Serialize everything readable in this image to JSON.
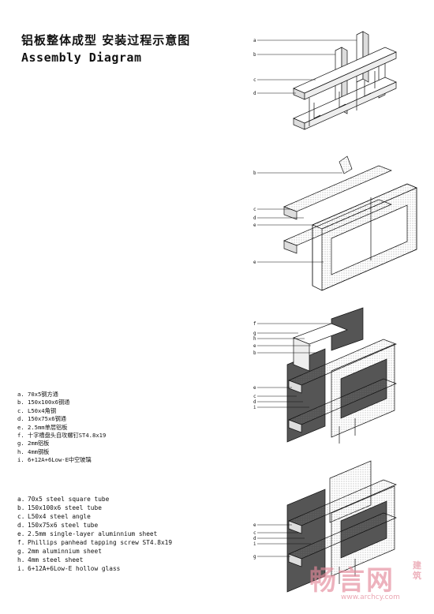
{
  "title_cn": "铝板整体成型 安装过程示意图",
  "title_en": "Assembly Diagram",
  "legend_cn": [
    {
      "key": "a.",
      "text": "70x5钢方通"
    },
    {
      "key": "b.",
      "text": "150x100x6钢通"
    },
    {
      "key": "c.",
      "text": "L50x4角钢"
    },
    {
      "key": "d.",
      "text": "150x75x6钢通"
    },
    {
      "key": "e.",
      "text": "2.5mm单层铝板"
    },
    {
      "key": "f.",
      "text": "十字槽盘头自攻螺钉ST4.8x19"
    },
    {
      "key": "g.",
      "text": "2mm铝板"
    },
    {
      "key": "h.",
      "text": "4mm钢板"
    },
    {
      "key": "i.",
      "text": "6+12A+6Low-E中空玻璃"
    }
  ],
  "legend_en": [
    {
      "key": "a.",
      "text": "70x5 steel square tube"
    },
    {
      "key": "b.",
      "text": "150x100x6 steel tube"
    },
    {
      "key": "c.",
      "text": "L50x4 steel angle"
    },
    {
      "key": "d.",
      "text": "150x75x6 steel tube"
    },
    {
      "key": "e.",
      "text": "2.5mm single-layer aluminnium sheet"
    },
    {
      "key": "f.",
      "text": "Phillips panhead tapping screw ST4.8x19"
    },
    {
      "key": "g.",
      "text": "2mm aluminnium sheet"
    },
    {
      "key": "h.",
      "text": "4mm steel sheet"
    },
    {
      "key": "i.",
      "text": "6+12A+6Low-E hollow glass"
    }
  ],
  "callouts": {
    "step1": [
      "a",
      "b",
      "c",
      "d"
    ],
    "step2": [
      "b",
      "c",
      "d",
      "e",
      "e"
    ],
    "step3": [
      "f",
      "g",
      "h",
      "e",
      "b",
      "e",
      "c",
      "d",
      "i"
    ],
    "step4": [
      "e",
      "c",
      "d",
      "i",
      "g"
    ]
  },
  "watermark": {
    "brand": "畅言网",
    "side": "建筑",
    "url": "www.archcy.com"
  }
}
